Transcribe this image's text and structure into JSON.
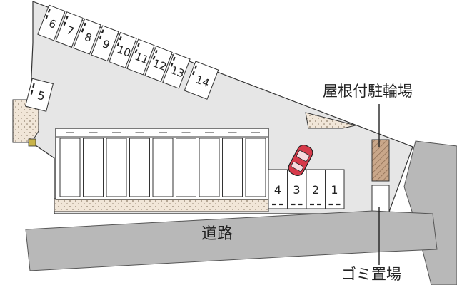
{
  "labels": {
    "road": "道路",
    "bicycle_parking": "屋根付駐輪場",
    "garbage_area": "ゴミ置場"
  },
  "parking_spots": {
    "diagonal": [
      "6",
      "7",
      "8",
      "9",
      "10",
      "11",
      "12",
      "13",
      "14"
    ],
    "single": "5",
    "front": [
      "4",
      "3",
      "2",
      "1"
    ]
  },
  "colors": {
    "lot": "#e6e6e6",
    "road": "#b8b8b8",
    "outline": "#333333",
    "building": "#ffffff",
    "gravel": "#f1e6d8",
    "bike_shed": "#c9a78a",
    "car": "#d63a4a"
  }
}
